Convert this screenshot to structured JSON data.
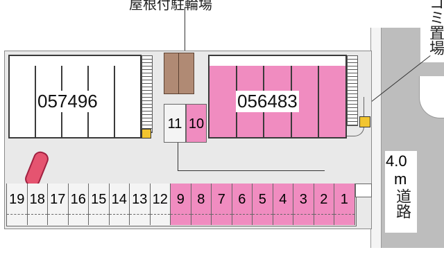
{
  "title": "屋根付駐輪場",
  "garbage_label": "ゴミ置場",
  "road_label": "4.0m道路",
  "road_width": "4.0",
  "road_unit": "m",
  "road_word": "道路",
  "buildings": [
    {
      "id": "057496",
      "color": "#ffffff"
    },
    {
      "id": "056483",
      "color": "#f08cc0"
    }
  ],
  "upper_slots": [
    "11",
    "10"
  ],
  "stalls": [
    "19",
    "18",
    "17",
    "16",
    "15",
    "14",
    "13",
    "12",
    "9",
    "8",
    "7",
    "6",
    "5",
    "4",
    "3",
    "2",
    "1"
  ],
  "colors": {
    "pink": "#f08cc0",
    "road": "#bdbdbd",
    "lot": "#e9e9e9",
    "bike_shelter": "#b08a74"
  }
}
